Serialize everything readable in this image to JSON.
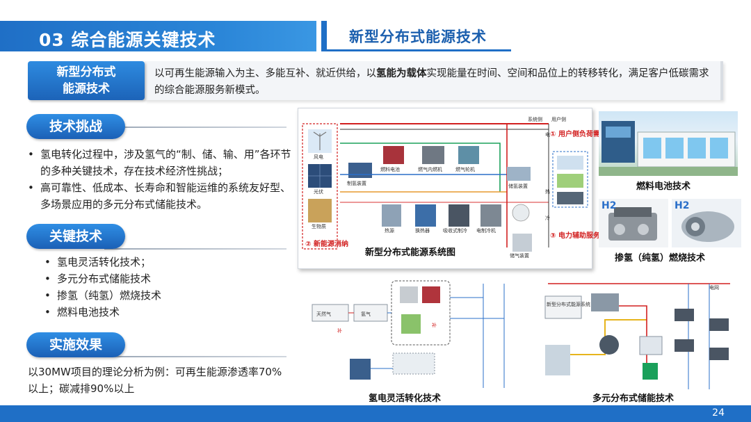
{
  "header": {
    "title": "03 综合能源关键技术",
    "subtitle": "新型分布式能源技术"
  },
  "intro": {
    "label_line1": "新型分布式",
    "label_line2": "能源技术",
    "text_part1": "以可再生能源输入为主、多能互补、就近供给，以",
    "text_bold": "氢能为载体",
    "text_part2": "实现能量在时间、空间和品位上的转移转化，满足客户低碳需求的综合能源服务新模式。"
  },
  "sections": {
    "challenge": {
      "title": "技术挑战",
      "bullets": [
        "氢电转化过程中，涉及氢气的“制、储、输、用”各环节的多种关键技术，存在技术经济性挑战；",
        "高可靠性、低成本、长寿命和智能运维的系统友好型、多场景应用的多元分布式储能技术。"
      ]
    },
    "key_tech": {
      "title": "关键技术",
      "bullets": [
        "氢电灵活转化技术；",
        "多元分布式储能技术",
        "掺氢（纯氢）燃烧技术",
        "燃料电池技术"
      ]
    },
    "effect": {
      "title": "实施效果",
      "text": "以30MW项目的理论分析为例：可再生能源渗透率70%以上；碳减排90%以上"
    }
  },
  "diagram": {
    "caption": "新型分布式能源系统图",
    "labels": {
      "wind": "风电",
      "solar": "光伏",
      "biomass": "生物质",
      "electrolyzer": "制氢装置",
      "fuel_cell": "燃料电池",
      "gas_engine": "燃气内燃机",
      "gas_turbine": "燃气轮机",
      "storage_tank": "储氢装置",
      "heater": "热源",
      "heat_exchanger": "换热器",
      "absorption_chiller": "吸收式制冷",
      "electric_chiller": "电制冷机",
      "gas_storage": "储气装置",
      "system_side": "系统侧",
      "user_side": "用户侧",
      "electricity": "电",
      "heat": "热",
      "cold": "冷",
      "user_demand": "① 用户侧负荷需求",
      "renewable_absorb": "② 新能源消纳",
      "power_aux": "③ 电力辅助服务"
    }
  },
  "photos": {
    "fuel_cell_caption": "燃料电池技术",
    "h2_left": "H2",
    "h2_right": "H2",
    "hydrogen_combustion_caption": "掺氢（纯氢）燃烧技术"
  },
  "bottom": {
    "h2_power_caption": "氢电灵活转化技术",
    "storage_caption": "多元分布式储能技术",
    "mini_labels": {
      "natural_gas": "天然气",
      "hydrogen": "氢气",
      "supplement1": "补",
      "supplement2": "补",
      "system_box": "新型分布式能源系统",
      "grid": "电网"
    }
  },
  "footer": {
    "page_number": "24"
  },
  "colors": {
    "brand_blue": "#1f6fc6",
    "accent_red": "#d21f1f"
  }
}
